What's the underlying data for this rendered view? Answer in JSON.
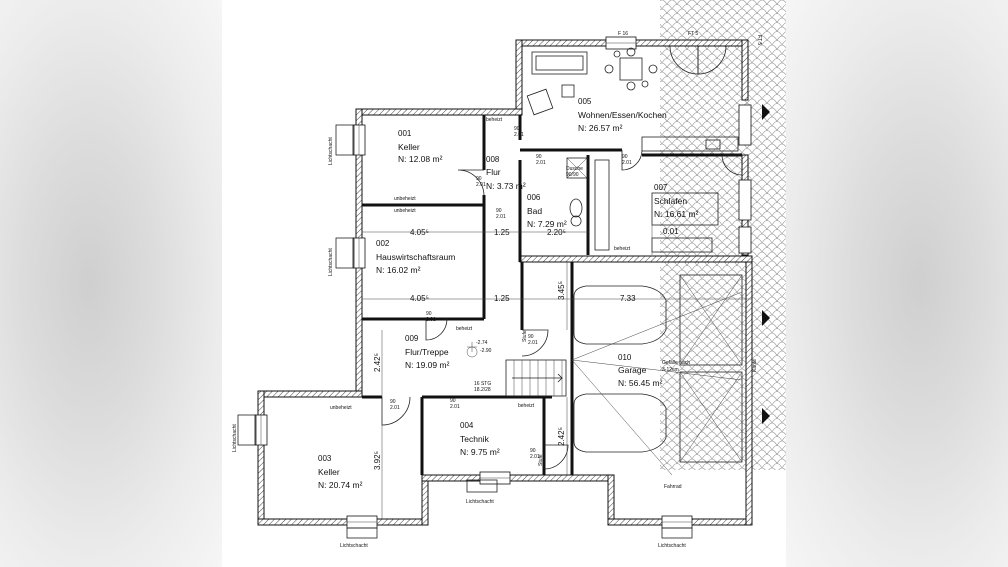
{
  "rooms": [
    {
      "num": "001",
      "name": "Keller",
      "area": "N:  12.08  m²"
    },
    {
      "num": "002",
      "name": "Hauswirtschaftsraum",
      "area": "N:  16.02  m²"
    },
    {
      "num": "003",
      "name": "Keller",
      "area": "N:  20.74  m²"
    },
    {
      "num": "004",
      "name": "Technik",
      "area": "N:  9.75  m²"
    },
    {
      "num": "005",
      "name": "Wohnen/Essen/Kochen",
      "area": "N:  26.57  m²"
    },
    {
      "num": "006",
      "name": "Bad",
      "area": "N:  7.29  m²"
    },
    {
      "num": "007",
      "name": "Schlafen",
      "area": "N:  16.61  m²"
    },
    {
      "num": "008",
      "name": "Flur",
      "area": "N:  3.73  m²"
    },
    {
      "num": "009",
      "name": "Flur/Treppe",
      "area": "N:  19.09  m²"
    },
    {
      "num": "010",
      "name": "Garage",
      "area": "N:  56.45  m²"
    }
  ],
  "lightwell_label": "Lichtschacht",
  "labels": {
    "unbeheizt": "unbeheizt",
    "beheizt": "beheizt",
    "fahrrad": "Fahrrad",
    "gefaelle": "Gefälle nach",
    "gefaelle_range": "3-12cm",
    "stufe": "Stufe",
    "f16": "F 16",
    "ft5": "FT 5",
    "ft5b": "FT 5",
    "kante": "Kante",
    "level_a": "-2.74",
    "level_b": "-2.90",
    "stair_a": "16 STG",
    "stair_b": "18.2/28",
    "shower": "Dusche",
    "shower_size": "90/90"
  },
  "dimensions": {
    "d405a": "4.05⁵",
    "d125a": "1.25",
    "d220": "2.20⁵",
    "d405b": "4.05⁵",
    "d125b": "1.25",
    "d733": "7.33",
    "d345": "3.45⁵",
    "d242a": "2.42⁵",
    "d392": "3.92⁵",
    "d242b": "2.42⁵",
    "d01": "0.01",
    "d90": "90",
    "d201": "2.01"
  }
}
